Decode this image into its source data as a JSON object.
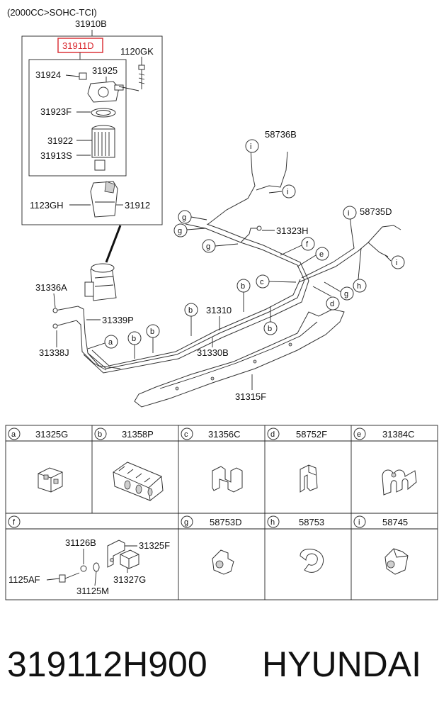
{
  "header": {
    "engine_note": "(2000CC>SOHC-TCI)",
    "assembly": "31910B",
    "highlighted_part": "31911D"
  },
  "colors": {
    "highlight": "#d9262c"
  },
  "filter_parts": {
    "p1120GK": "1120GK",
    "p31924": "31924",
    "p31925": "31925",
    "p31923F": "31923F",
    "p31922": "31922",
    "p31913S": "31913S",
    "p1123GH": "1123GH",
    "p31912": "31912"
  },
  "main_parts": {
    "p58736B": "58736B",
    "p58735D": "58735D",
    "p31323H": "31323H",
    "p31336A": "31336A",
    "p31339P": "31339P",
    "p31338J": "31338J",
    "p31310": "31310",
    "p31330B": "31330B",
    "p31315F": "31315F"
  },
  "callouts": [
    "i",
    "g",
    "f",
    "e",
    "c",
    "d",
    "h",
    "b",
    "a"
  ],
  "legend": {
    "row1": [
      {
        "letter": "a",
        "part": "31325G"
      },
      {
        "letter": "b",
        "part": "31358P"
      },
      {
        "letter": "c",
        "part": "31356C"
      },
      {
        "letter": "d",
        "part": "58752F"
      },
      {
        "letter": "e",
        "part": "31384C"
      }
    ],
    "row2": [
      {
        "letter": "g",
        "part": "58753D"
      },
      {
        "letter": "h",
        "part": "58753"
      },
      {
        "letter": "i",
        "part": "58745"
      }
    ],
    "f_cell": {
      "letter": "f",
      "parts": {
        "p31126B": "31126B",
        "p31325F": "31325F",
        "p1125AF": "1125AF",
        "p31327G": "31327G",
        "p31125M": "31125M"
      }
    }
  },
  "footer": {
    "part_number": "319112H900",
    "brand": "HYUNDAI"
  }
}
